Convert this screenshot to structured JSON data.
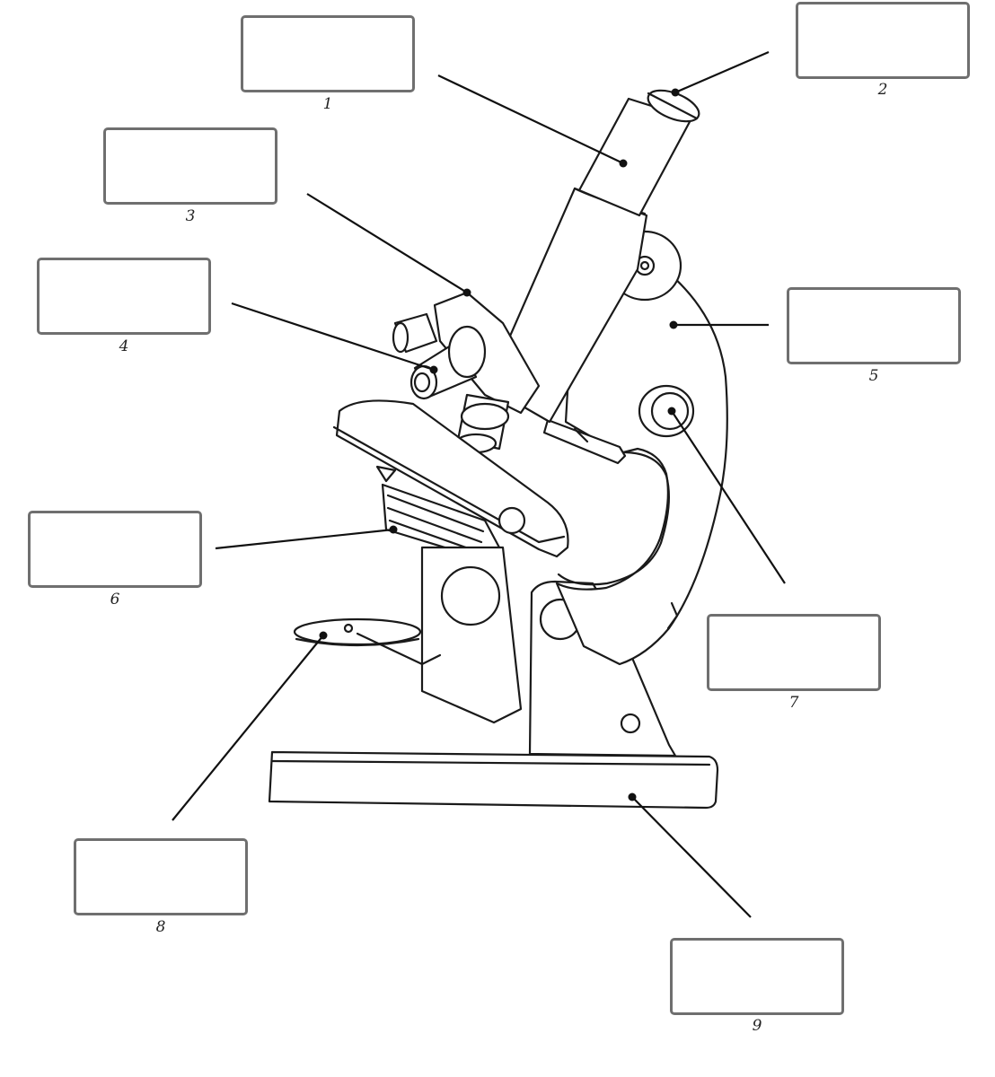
{
  "labels": [
    {
      "id": "1",
      "number": "1",
      "text": ""
    },
    {
      "id": "2",
      "number": "2",
      "text": ""
    },
    {
      "id": "3",
      "number": "3",
      "text": ""
    },
    {
      "id": "4",
      "number": "4",
      "text": ""
    },
    {
      "id": "5",
      "number": "5",
      "text": ""
    },
    {
      "id": "6",
      "number": "6",
      "text": ""
    },
    {
      "id": "7",
      "number": "7",
      "text": ""
    },
    {
      "id": "8",
      "number": "8",
      "text": ""
    },
    {
      "id": "9",
      "number": "9",
      "text": ""
    }
  ],
  "colors": {
    "outline": "#1a1a1a",
    "box_border": "#6f6f6f",
    "fill": "#ffffff"
  }
}
